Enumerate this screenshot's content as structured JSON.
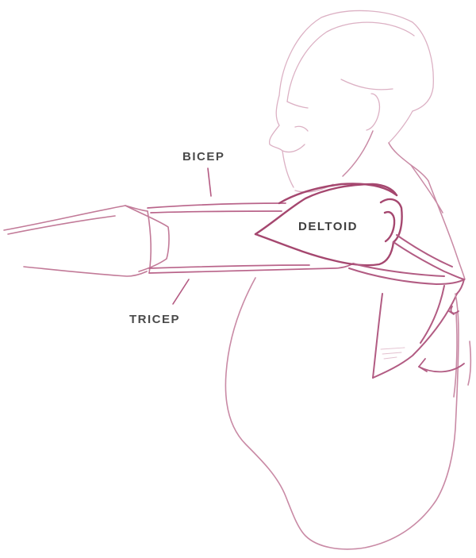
{
  "labels": {
    "bicep": "BICEP",
    "tricep": "TRICEP",
    "deltoid": "DELTOID"
  },
  "colors": {
    "sketch_light": "#d9a9bf",
    "sketch_medium": "#c27a98",
    "sketch_dark": "#a5476f",
    "label_text": "#4a4a4a",
    "background": "#ffffff"
  }
}
